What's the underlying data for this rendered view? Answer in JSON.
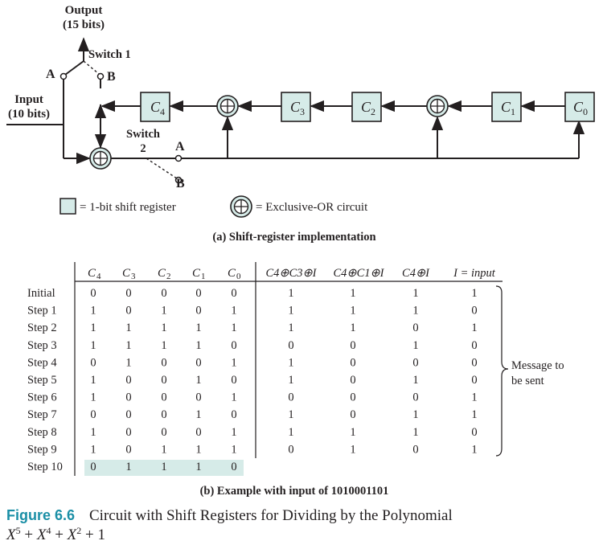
{
  "circuit": {
    "output_label_1": "Output",
    "output_label_2": "(15 bits)",
    "input_label_1": "Input",
    "input_label_2": "(10 bits)",
    "switch1_label": "Switch 1",
    "switch2_label_1": "Switch",
    "switch2_label_2": "2",
    "pos_a": "A",
    "pos_b": "B",
    "registers": [
      {
        "base": "C",
        "sub": "4"
      },
      {
        "base": "C",
        "sub": "3"
      },
      {
        "base": "C",
        "sub": "2"
      },
      {
        "base": "C",
        "sub": "1"
      },
      {
        "base": "C",
        "sub": "0"
      }
    ],
    "xor_symbol": "+",
    "legend_register": "= 1-bit shift register",
    "legend_xor": "= Exclusive-OR circuit",
    "caption": "(a) Shift-register implementation"
  },
  "table": {
    "columns_left": [
      {
        "base": "C",
        "sub": "4"
      },
      {
        "base": "C",
        "sub": "3"
      },
      {
        "base": "C",
        "sub": "2"
      },
      {
        "base": "C",
        "sub": "1"
      },
      {
        "base": "C",
        "sub": "0"
      }
    ],
    "columns_right": [
      "C4⊕C3⊕I",
      "C4⊕C1⊕I",
      "C4⊕I",
      "I = input"
    ],
    "rows": [
      {
        "label": "Initial",
        "left": [
          "0",
          "0",
          "0",
          "0",
          "0"
        ],
        "right": [
          "1",
          "1",
          "1",
          "1"
        ]
      },
      {
        "label": "Step 1",
        "left": [
          "1",
          "0",
          "1",
          "0",
          "1"
        ],
        "right": [
          "1",
          "1",
          "1",
          "0"
        ]
      },
      {
        "label": "Step 2",
        "left": [
          "1",
          "1",
          "1",
          "1",
          "1"
        ],
        "right": [
          "1",
          "1",
          "0",
          "1"
        ]
      },
      {
        "label": "Step 3",
        "left": [
          "1",
          "1",
          "1",
          "1",
          "0"
        ],
        "right": [
          "0",
          "0",
          "1",
          "0"
        ]
      },
      {
        "label": "Step 4",
        "left": [
          "0",
          "1",
          "0",
          "0",
          "1"
        ],
        "right": [
          "1",
          "0",
          "0",
          "0"
        ]
      },
      {
        "label": "Step 5",
        "left": [
          "1",
          "0",
          "0",
          "1",
          "0"
        ],
        "right": [
          "1",
          "0",
          "1",
          "0"
        ]
      },
      {
        "label": "Step 6",
        "left": [
          "1",
          "0",
          "0",
          "0",
          "1"
        ],
        "right": [
          "0",
          "0",
          "0",
          "1"
        ]
      },
      {
        "label": "Step 7",
        "left": [
          "0",
          "0",
          "0",
          "1",
          "0"
        ],
        "right": [
          "1",
          "0",
          "1",
          "1"
        ]
      },
      {
        "label": "Step 8",
        "left": [
          "1",
          "0",
          "0",
          "0",
          "1"
        ],
        "right": [
          "1",
          "1",
          "1",
          "0"
        ]
      },
      {
        "label": "Step 9",
        "left": [
          "1",
          "0",
          "1",
          "1",
          "1"
        ],
        "right": [
          "0",
          "1",
          "0",
          "1"
        ]
      },
      {
        "label": "Step 10",
        "left": [
          "0",
          "1",
          "1",
          "1",
          "0"
        ],
        "right": []
      }
    ],
    "brace_label_1": "Message to",
    "brace_label_2": "be sent",
    "caption": "(b) Example with input of 1010001101",
    "highlight_color": "#d6ebe8"
  },
  "figure": {
    "number": "Figure 6.6",
    "title": "Circuit with Shift Registers for Dividing by the Polynomial",
    "polynomial": "X5 + X4 + X2 + 1"
  }
}
